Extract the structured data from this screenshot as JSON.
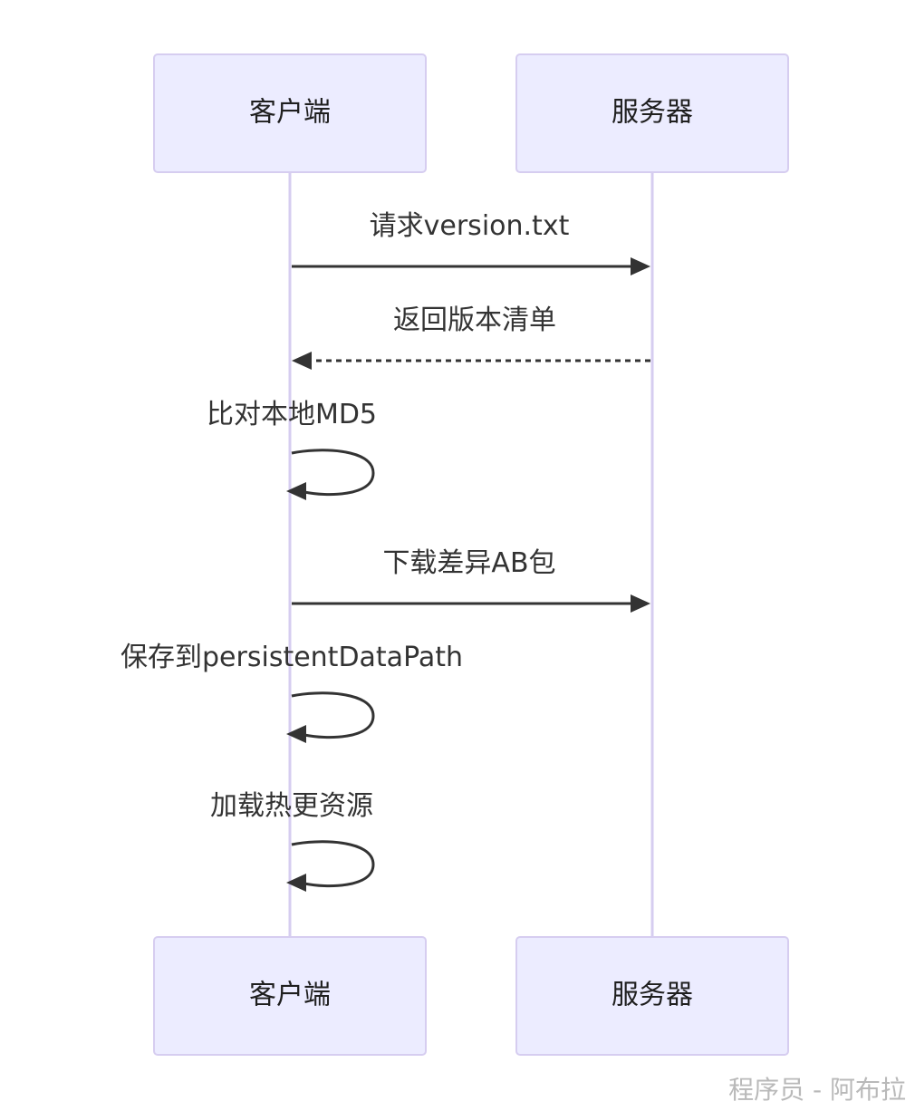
{
  "actors": {
    "client": "客户端",
    "server": "服务器"
  },
  "messages": [
    {
      "from": "client",
      "to": "server",
      "text": "请求version.txt",
      "style": "solid"
    },
    {
      "from": "server",
      "to": "client",
      "text": "返回版本清单",
      "style": "dashed"
    },
    {
      "from": "client",
      "to": "client",
      "text": "比对本地MD5",
      "style": "self"
    },
    {
      "from": "client",
      "to": "server",
      "text": "下载差异AB包",
      "style": "solid"
    },
    {
      "from": "client",
      "to": "client",
      "text": "保存到persistentDataPath",
      "style": "self"
    },
    {
      "from": "client",
      "to": "client",
      "text": "加载热更资源",
      "style": "self"
    }
  ],
  "watermark": "程序员 - 阿布拉",
  "colors": {
    "actor_fill": "#ececff",
    "actor_stroke": "#d6cdf0",
    "arrow": "#333333"
  }
}
